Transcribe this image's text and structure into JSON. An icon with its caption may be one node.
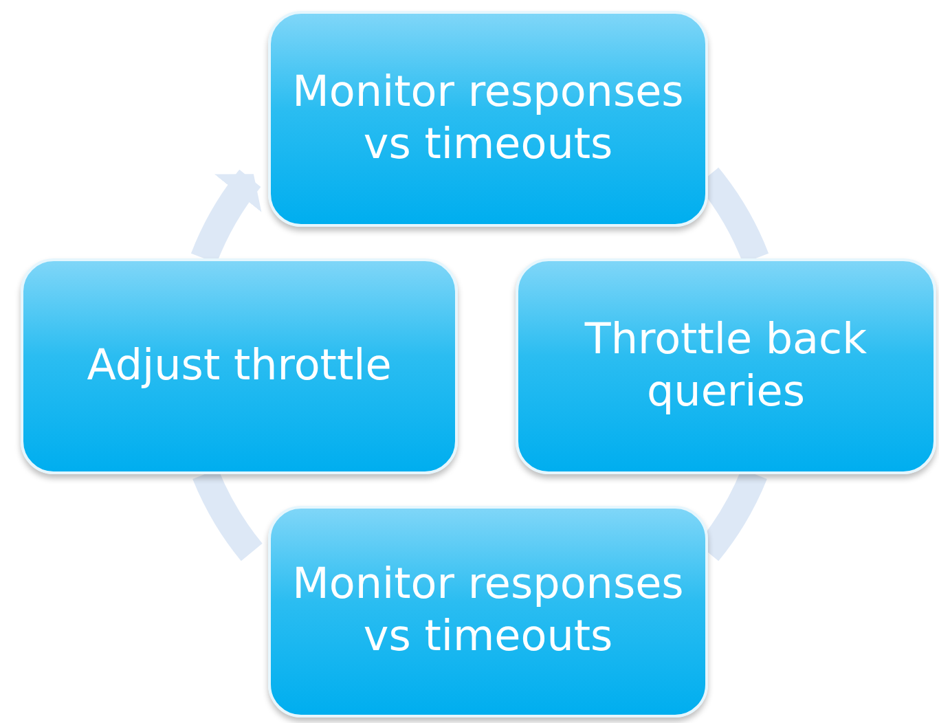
{
  "diagram": {
    "nodes": [
      {
        "text": [
          "Monitor responses vs timeouts"
        ]
      },
      {
        "text": [
          "Throttle back queries"
        ]
      },
      {
        "text": [
          "Monitor responses vs timeouts"
        ]
      },
      {
        "text": [
          "Adjust throttle"
        ]
      }
    ],
    "edges": [
      {
        "from": 0,
        "to": 1,
        "arrow": "none"
      },
      {
        "from": 1,
        "to": 2,
        "arrow": "none"
      },
      {
        "from": 2,
        "to": 3,
        "arrow": "none"
      },
      {
        "from": 3,
        "to": 0,
        "arrow": "to"
      }
    ]
  }
}
